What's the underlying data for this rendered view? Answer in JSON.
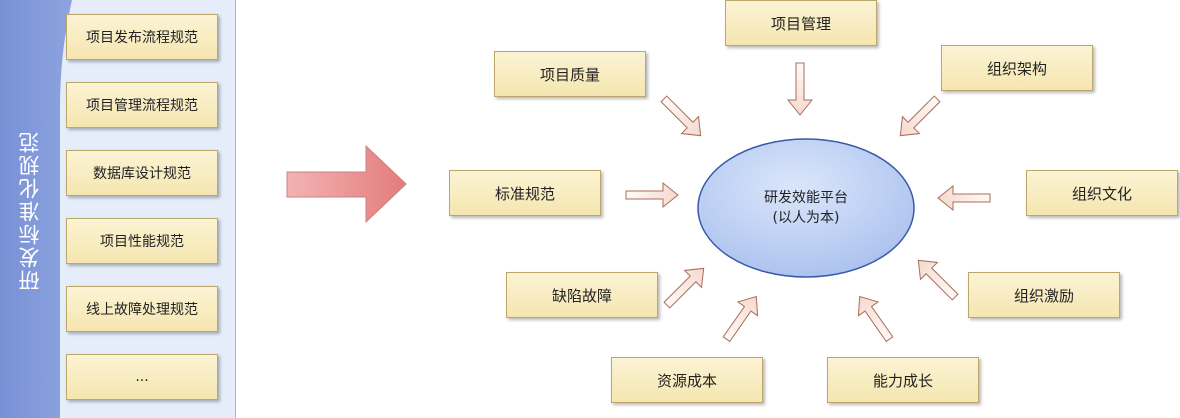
{
  "left_panel": {
    "title": "研发标准化规范",
    "items": [
      "项目发布流程规范",
      "项目管理流程规范",
      "数据库设计规范",
      "项目性能规范",
      "线上故障处理规范",
      "..."
    ]
  },
  "center": {
    "line1": "研发效能平台",
    "line2": "(以人为本)"
  },
  "factors": {
    "project_mgmt": "项目管理",
    "project_quality": "项目质量",
    "org_structure": "组织架构",
    "standards": "标准规范",
    "org_culture": "组织文化",
    "defects": "缺陷故障",
    "org_incentive": "组织激励",
    "resource_cost": "资源成本",
    "capability_growth": "能力成长"
  }
}
